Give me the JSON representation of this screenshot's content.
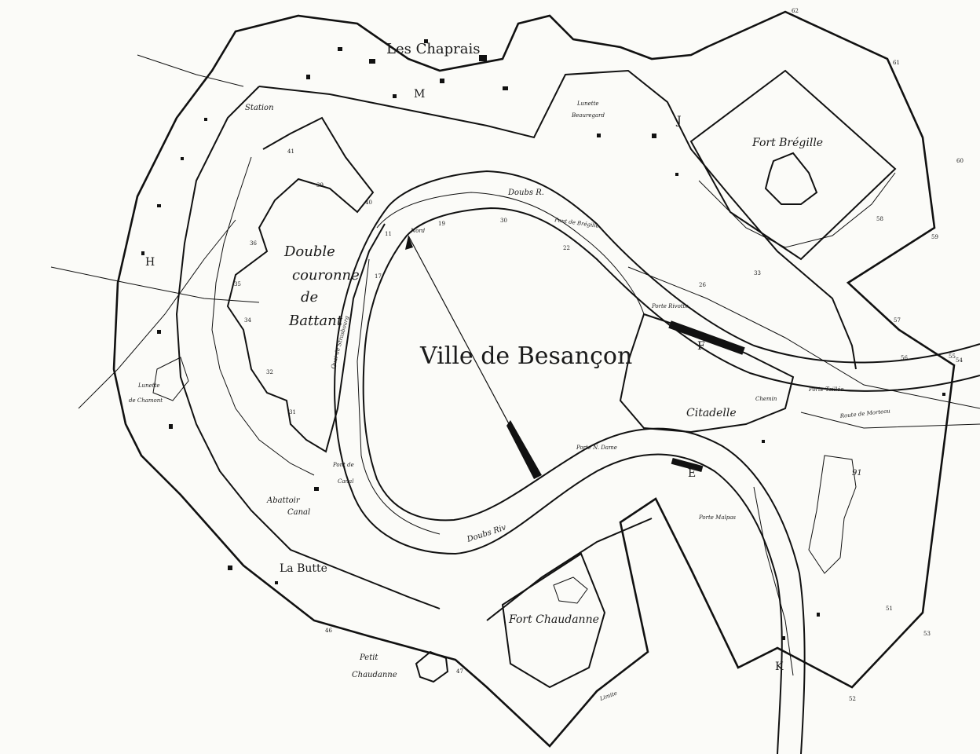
{
  "map": {
    "title": "Ville de Besançon",
    "districts": {
      "chaprais": "Les Chaprais",
      "battant_line1": "Double",
      "battant_line2": "couronne",
      "battant_line3": "de",
      "battant_line4": "Battant",
      "la_butte": "La Butte"
    },
    "forts": {
      "bregille": "Fort Brégille",
      "chaudanne": "Fort Chaudanne",
      "citadelle": "Citadelle",
      "petit_chaudanne_line1": "Petit",
      "petit_chaudanne_line2": "Chaudanne",
      "lunette_chamont_line1": "Lunette",
      "lunette_chamont_line2": "de Chamont",
      "lunette_beauregard_line1": "Lunette",
      "lunette_beauregard_line2": "Beauregard"
    },
    "river": {
      "upper": "Doubs R.",
      "lower": "Doubs Riv"
    },
    "places": {
      "station": "Station",
      "abattoir": "Abattoir",
      "canal": "Canal",
      "canal_small": "Canal",
      "pont_de": "Pont de",
      "pont_bregille": "Pont de Brégille",
      "porte_rivotte": "Porte Rivotte",
      "porte_taillee": "Porte Taillée",
      "porte_notre_dame": "Porte N. Dame",
      "porte_malpas": "Porte Malpas",
      "quai_strasbourg": "Quai de Strasbourg",
      "nord": "Nord",
      "limite": "Limite",
      "chemin": "Chemin",
      "route_morteau": "Route de Morteau"
    },
    "letters": {
      "m": "M",
      "j": "J",
      "h": "H",
      "f": "F",
      "e": "E",
      "k": "K"
    },
    "numbers": {
      "n11": "11",
      "n17": "17",
      "n19": "19",
      "n22": "22",
      "n26": "26",
      "n30": "30",
      "n31": "31",
      "n32": "32",
      "n33": "33",
      "n34": "34",
      "n35": "35",
      "n36": "36",
      "n39": "39",
      "n40": "40",
      "n41": "41",
      "n46": "46",
      "n47": "47",
      "n51": "51",
      "n52": "52",
      "n53": "53",
      "n54": "54",
      "n55": "55",
      "n56": "56",
      "n57": "57",
      "n58": "58",
      "n59": "59",
      "n60": "60",
      "n61": "61",
      "n62": "62",
      "n91": "91"
    }
  }
}
